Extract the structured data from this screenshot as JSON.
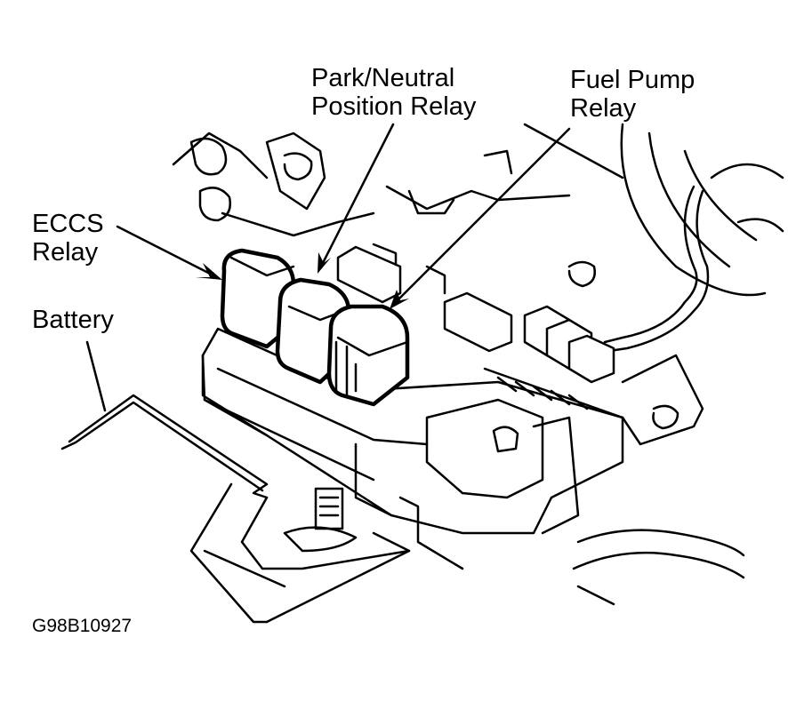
{
  "diagram": {
    "labels": {
      "park_neutral_line1": "Park/Neutral",
      "park_neutral_line2": "Position Relay",
      "fuel_pump_line1": "Fuel Pump",
      "fuel_pump_line2": "Relay",
      "eccs_line1": "ECCS",
      "eccs_line2": "Relay",
      "battery": "Battery"
    },
    "figure_code": "G98B10927",
    "colors": {
      "ink": "#000000",
      "background": "#ffffff"
    }
  }
}
